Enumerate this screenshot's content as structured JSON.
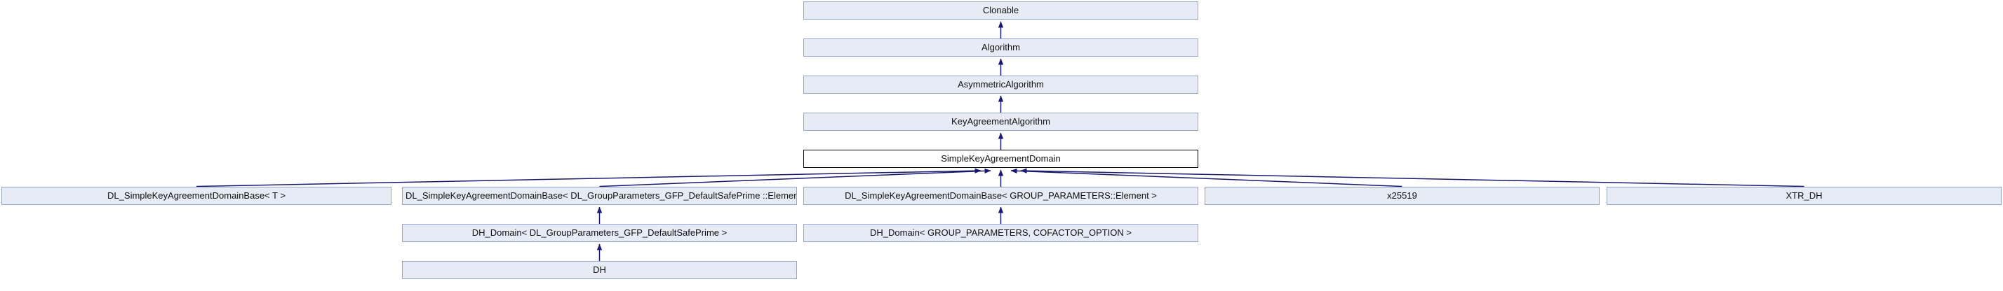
{
  "diagram": {
    "type": "class-inheritance-graph",
    "current_class": "SimpleKeyAgreementDomain",
    "colors": {
      "background": "#FFFFFF",
      "node_fill": "#E6EBF5",
      "node_border": "#93A7CC",
      "current_node_fill": "#FFFFFF",
      "current_node_border": "#000000",
      "edge": "#191970",
      "text": "#111111"
    },
    "nodes": [
      {
        "id": "clonable",
        "label": "Clonable"
      },
      {
        "id": "algorithm",
        "label": "Algorithm"
      },
      {
        "id": "asymmetric-algorithm",
        "label": "AsymmetricAlgorithm"
      },
      {
        "id": "key-agreement-algorithm",
        "label": "KeyAgreementAlgorithm"
      },
      {
        "id": "simple-key-agreement-domain",
        "label": "SimpleKeyAgreementDomain",
        "current": true
      },
      {
        "id": "dl-simple-key-agreement-domain-base-t",
        "label": "DL_SimpleKeyAgreementDomainBase< T >"
      },
      {
        "id": "dl-simple-key-agreement-domain-base-gfp-element",
        "label": "DL_SimpleKeyAgreementDomainBase< DL_GroupParameters_GFP_DefaultSafePrime ::Element >"
      },
      {
        "id": "dl-simple-key-agreement-domain-base-group-parameters-element",
        "label": "DL_SimpleKeyAgreementDomainBase< GROUP_PARAMETERS::Element >"
      },
      {
        "id": "x25519",
        "label": "x25519"
      },
      {
        "id": "xtr-dh",
        "label": "XTR_DH"
      },
      {
        "id": "dh-domain-gfp",
        "label": "DH_Domain< DL_GroupParameters_GFP_DefaultSafePrime >"
      },
      {
        "id": "dh-domain-group-parameters",
        "label": "DH_Domain< GROUP_PARAMETERS, COFACTOR_OPTION >"
      },
      {
        "id": "dh",
        "label": "DH"
      }
    ],
    "edges": [
      {
        "from": "algorithm",
        "to": "clonable"
      },
      {
        "from": "asymmetric-algorithm",
        "to": "algorithm"
      },
      {
        "from": "key-agreement-algorithm",
        "to": "asymmetric-algorithm"
      },
      {
        "from": "simple-key-agreement-domain",
        "to": "key-agreement-algorithm"
      },
      {
        "from": "dl-simple-key-agreement-domain-base-t",
        "to": "simple-key-agreement-domain"
      },
      {
        "from": "dl-simple-key-agreement-domain-base-gfp-element",
        "to": "simple-key-agreement-domain"
      },
      {
        "from": "dl-simple-key-agreement-domain-base-group-parameters-element",
        "to": "simple-key-agreement-domain"
      },
      {
        "from": "x25519",
        "to": "simple-key-agreement-domain"
      },
      {
        "from": "xtr-dh",
        "to": "simple-key-agreement-domain"
      },
      {
        "from": "dh-domain-gfp",
        "to": "dl-simple-key-agreement-domain-base-gfp-element"
      },
      {
        "from": "dh-domain-group-parameters",
        "to": "dl-simple-key-agreement-domain-base-group-parameters-element"
      },
      {
        "from": "dh",
        "to": "dh-domain-gfp"
      }
    ]
  }
}
